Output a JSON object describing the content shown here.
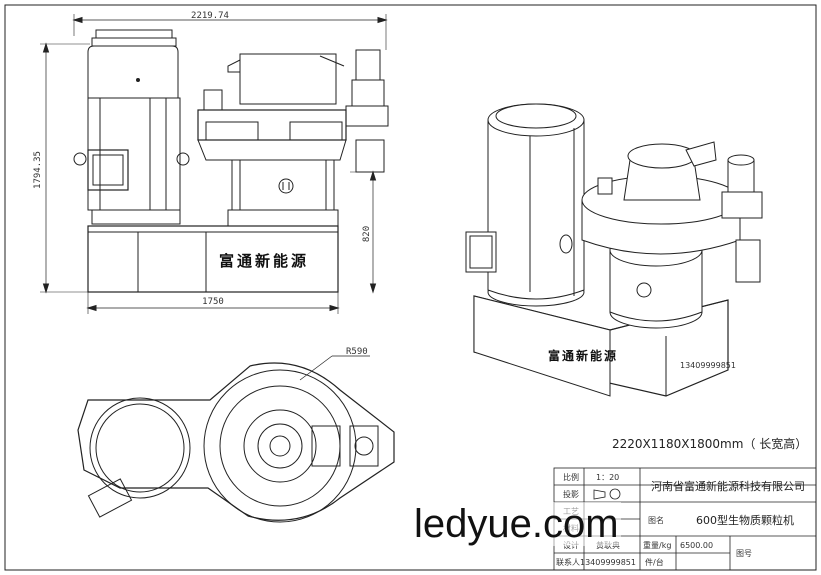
{
  "dimensions": {
    "overall_width": "2219.74",
    "overall_height": "1794.35",
    "base_width": "1750",
    "inlet_height": "820",
    "radius": "R590"
  },
  "brand": {
    "front_label": "富通新能源",
    "iso_label": "富通新能源",
    "iso_phone": "13409999851"
  },
  "caption": "2220X1180X1800mm（ 长宽高）",
  "title_block": {
    "scale_label": "比例",
    "scale_value": "1：20",
    "projection_label": "投影",
    "craft_label": "工艺",
    "material_label": "材料",
    "design_label": "设计",
    "designer": "黄耿典",
    "contact": "联系人13409999851",
    "weight_label": "重量/kg",
    "weight_value": "6500.00",
    "sheet_label": "件/台",
    "name_label": "图名",
    "drawing_no_label": "图号",
    "company": "河南省富通新能源科技有限公司",
    "product": "600型生物质颗粒机"
  },
  "watermark": "ledyue.com"
}
